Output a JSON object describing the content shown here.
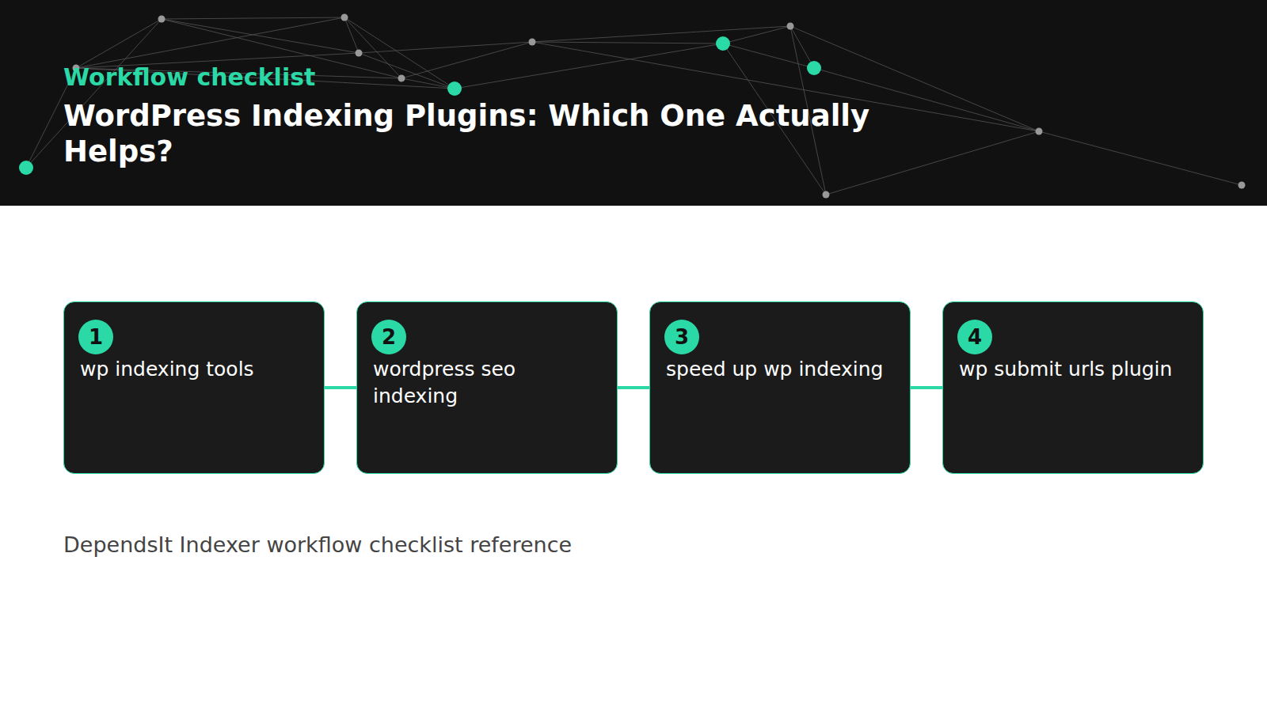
{
  "diagram": {
    "title": "WordPress Indexing Plugins: Which One Actually Helps?",
    "caption": "DependsIt Indexer workflow checklist reference",
    "nodes": [
      {
        "text": [
          "1",
          "wp indexing tools"
        ]
      },
      {
        "text": [
          "2",
          "wordpress seo indexing"
        ]
      },
      {
        "text": [
          "3",
          "speed up wp indexing"
        ]
      },
      {
        "text": [
          "4",
          "wp submit urls plugin"
        ]
      }
    ],
    "edges": [
      {
        "from": 0,
        "to": 1,
        "arrow": "none"
      },
      {
        "from": 1,
        "to": 2,
        "arrow": "none"
      },
      {
        "from": 2,
        "to": 3,
        "arrow": "none"
      }
    ],
    "labels": [
      "Workflow checklist"
    ]
  }
}
